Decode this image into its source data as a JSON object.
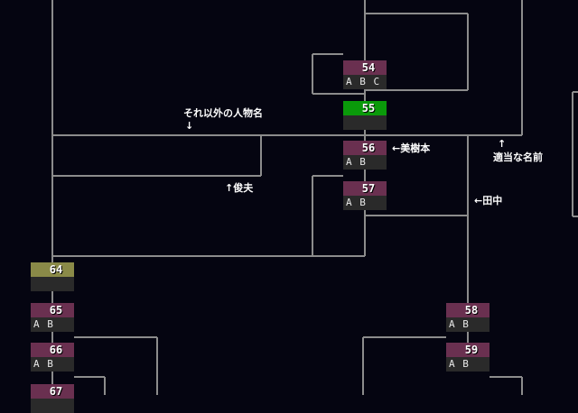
{
  "colors": {
    "background": "#050511",
    "line": "#8c8c8c",
    "default_header": "#6a3050",
    "selected_header": "#0a9a0a",
    "alt_header": "#8a8a48",
    "option_bar": "#2a2a2a"
  },
  "nodes": [
    {
      "id": "n54",
      "number": "54",
      "options": "A B C",
      "style": "default"
    },
    {
      "id": "n55",
      "number": "55",
      "options": "",
      "style": "selected"
    },
    {
      "id": "n56",
      "number": "56",
      "options": "A B",
      "style": "default"
    },
    {
      "id": "n57",
      "number": "57",
      "options": "A B",
      "style": "default"
    },
    {
      "id": "n64",
      "number": "64",
      "options": "",
      "style": "alt"
    },
    {
      "id": "n65",
      "number": "65",
      "options": "A B",
      "style": "default"
    },
    {
      "id": "n66",
      "number": "66",
      "options": "A B",
      "style": "default"
    },
    {
      "id": "n67",
      "number": "67",
      "options": "",
      "style": "default"
    },
    {
      "id": "n58",
      "number": "58",
      "options": "A B",
      "style": "default"
    },
    {
      "id": "n59",
      "number": "59",
      "options": "A B",
      "style": "default"
    }
  ],
  "annotations": {
    "others": "それ以外の人物名",
    "others_arrow": "↓",
    "mikimoto": "←美樹本",
    "toshio": "↑俊夫",
    "tekitou_arrow": "↑",
    "tekitou": "適当な名前",
    "tanaka": "←田中"
  }
}
